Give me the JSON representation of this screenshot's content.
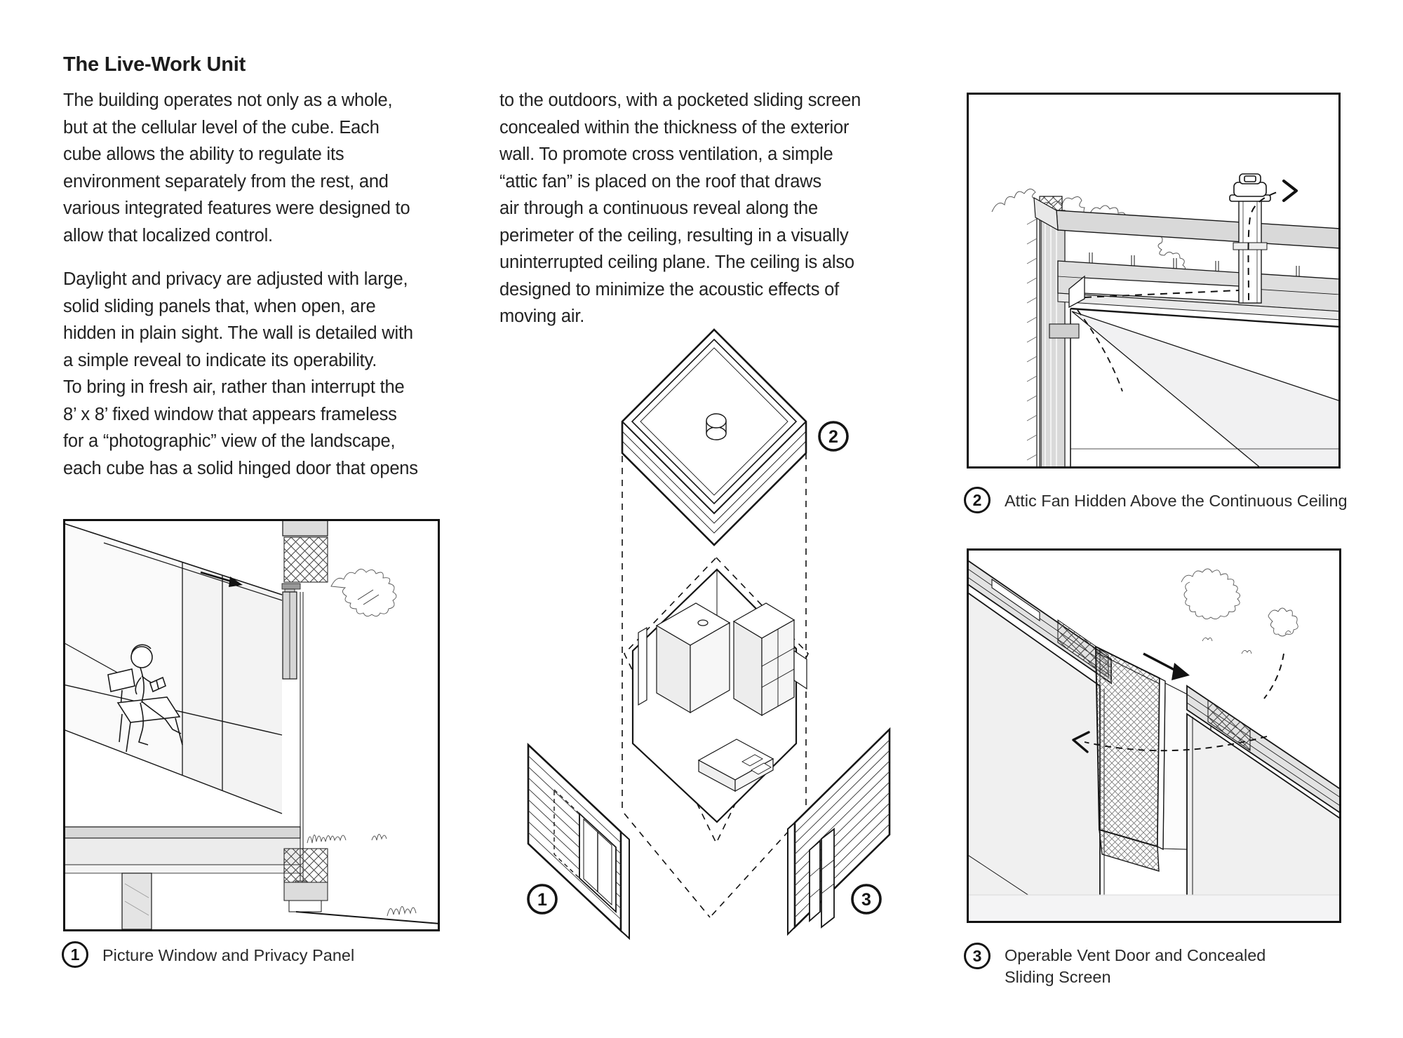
{
  "page_title": "The Live-Work Unit",
  "columns": {
    "col1": {
      "para1": [
        "The building operates not only as a whole,",
        "but at the cellular level of the cube. Each",
        "cube allows the ability to regulate its",
        "environment separately from the rest, and",
        "various integrated features were designed to",
        "allow that localized control."
      ],
      "para2": [
        "Daylight and privacy are adjusted with large,",
        "solid sliding panels that, when open, are",
        "hidden in plain sight. The wall is detailed with",
        "a simple reveal to indicate its operability.",
        "To bring in fresh air, rather than interrupt the",
        "8’ x 8’ fixed window that appears frameless",
        "for a “photographic” view of the landscape,",
        "each cube has a solid hinged door that opens"
      ]
    },
    "col2": {
      "para1": [
        "to the outdoors, with a pocketed sliding screen",
        "concealed within the thickness of the exterior",
        "wall. To promote cross ventilation, a simple",
        "“attic fan” is placed on the roof that draws",
        "air through a continuous reveal along the",
        "perimeter of the ceiling, resulting in a visually",
        "uninterrupted ceiling plane. The ceiling is also",
        "designed to minimize the acoustic effects of",
        "moving air."
      ]
    }
  },
  "figures": {
    "fig1": {
      "number": "1",
      "caption": "Picture Window and Privacy Panel"
    },
    "fig2": {
      "number": "2",
      "caption": "Attic Fan Hidden Above the Continuous Ceiling"
    },
    "fig3": {
      "number": "3",
      "caption": [
        "Operable Vent Door and Concealed",
        "Sliding Screen"
      ]
    }
  },
  "center_diagram": {
    "label_1": "1",
    "label_2": "2",
    "label_3": "3"
  },
  "colors": {
    "ink": "#161616",
    "panel_light": "#f0f0f0",
    "band_gray": "#dcdcdc",
    "floor_gray": "#f1f1f2"
  }
}
